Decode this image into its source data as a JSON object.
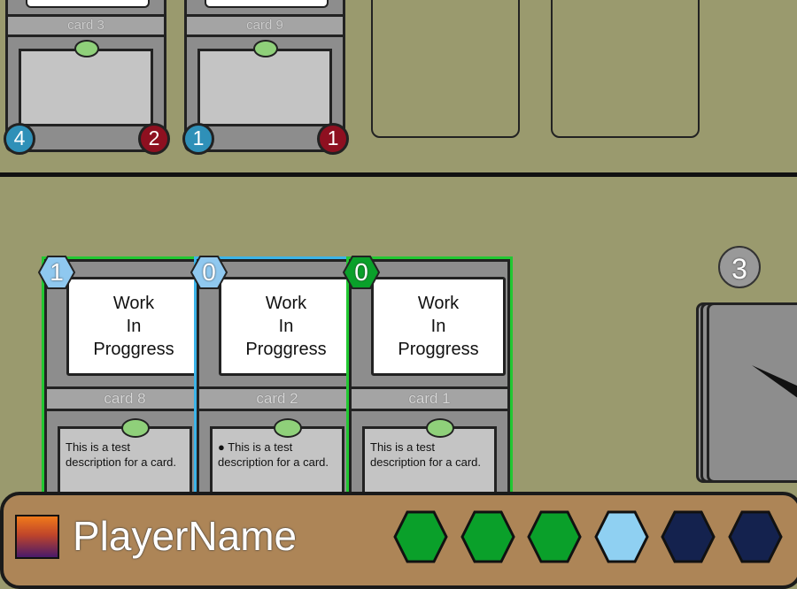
{
  "played_row": {
    "cards": [
      {
        "name": "card 3",
        "left_stat": "4",
        "right_stat": "2"
      },
      {
        "name": "card 9",
        "left_stat": "1",
        "right_stat": "1"
      }
    ],
    "empty_slots": 2
  },
  "hand": {
    "cards": [
      {
        "name": "card 8",
        "cost": "1",
        "cost_color": "#8fc8ef",
        "art_text": "Work\nIn\nProggress",
        "description": "This is a test description for a card.",
        "border": "#22c832"
      },
      {
        "name": "card 2",
        "cost": "0",
        "cost_color": "#8fc8ef",
        "art_text": "Work\nIn\nProggress",
        "description": "This is a test description for a card.",
        "border": "#3cb4e8"
      },
      {
        "name": "card 1",
        "cost": "0",
        "cost_color": "#0aa02a",
        "art_text": "Work\nIn\nProggress",
        "description": "This is a test description for a card.",
        "border": "#22c832"
      }
    ]
  },
  "deck": {
    "count": "3"
  },
  "player": {
    "name": "PlayerName",
    "tokens": [
      "#0aa02a",
      "#0aa02a",
      "#0aa02a",
      "#8fd0f2",
      "#14224e",
      "#14224e"
    ]
  }
}
